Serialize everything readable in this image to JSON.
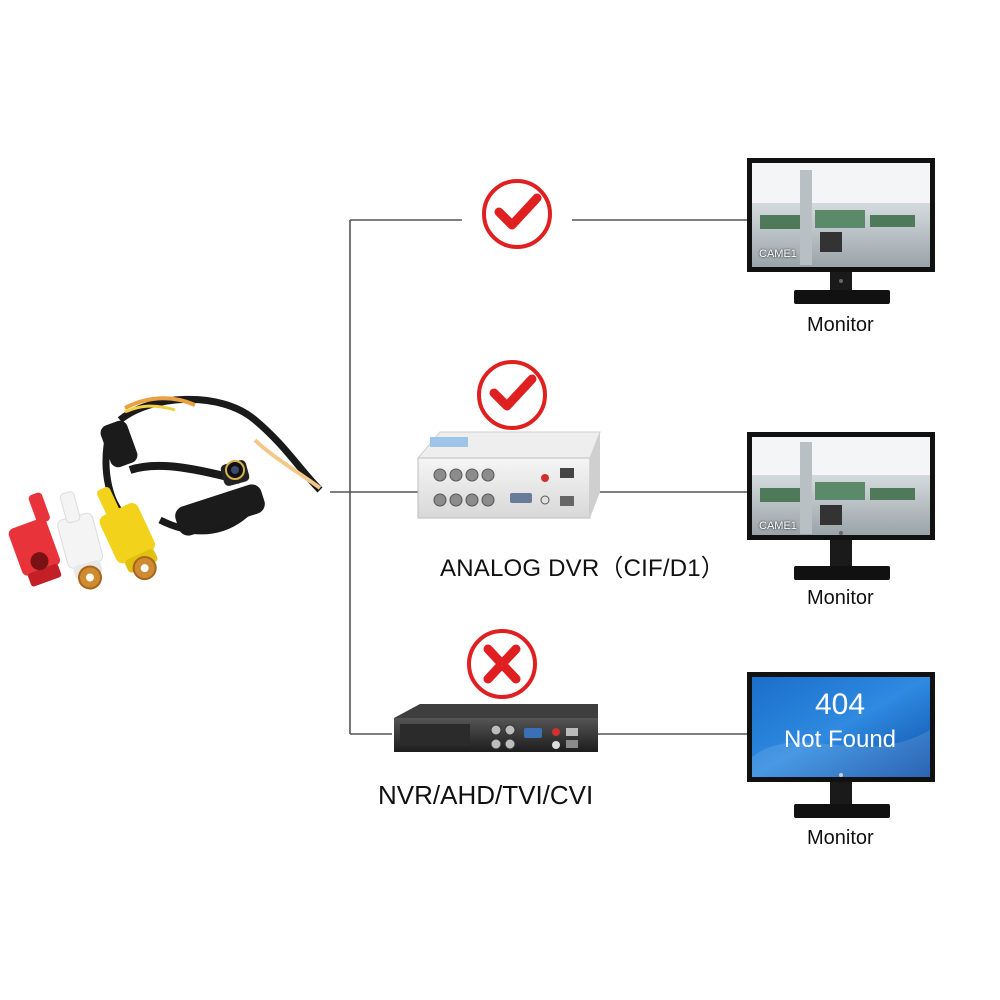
{
  "monitors": [
    {
      "label": "Monitor",
      "screen_tag": "CAME1",
      "state": "camera-feed"
    },
    {
      "label": "Monitor",
      "screen_tag": "CAME1",
      "state": "camera-feed"
    },
    {
      "label": "Monitor",
      "screen_state": "error",
      "error_code": "404",
      "error_text": "Not Found"
    }
  ],
  "paths": [
    {
      "via": "",
      "status": "supported",
      "status_color": "#e02020"
    },
    {
      "via": "ANALOG DVR（CIF/D1）",
      "status": "supported",
      "status_color": "#e02020"
    },
    {
      "via": "NVR/AHD/TVI/CVI",
      "status": "unsupported",
      "status_color": "#e02020"
    }
  ],
  "source": {
    "icon": "cvbs-camera-cable-icon",
    "plugs": [
      "#e8333b",
      "#f4f4f4",
      "#f2d21b"
    ]
  }
}
